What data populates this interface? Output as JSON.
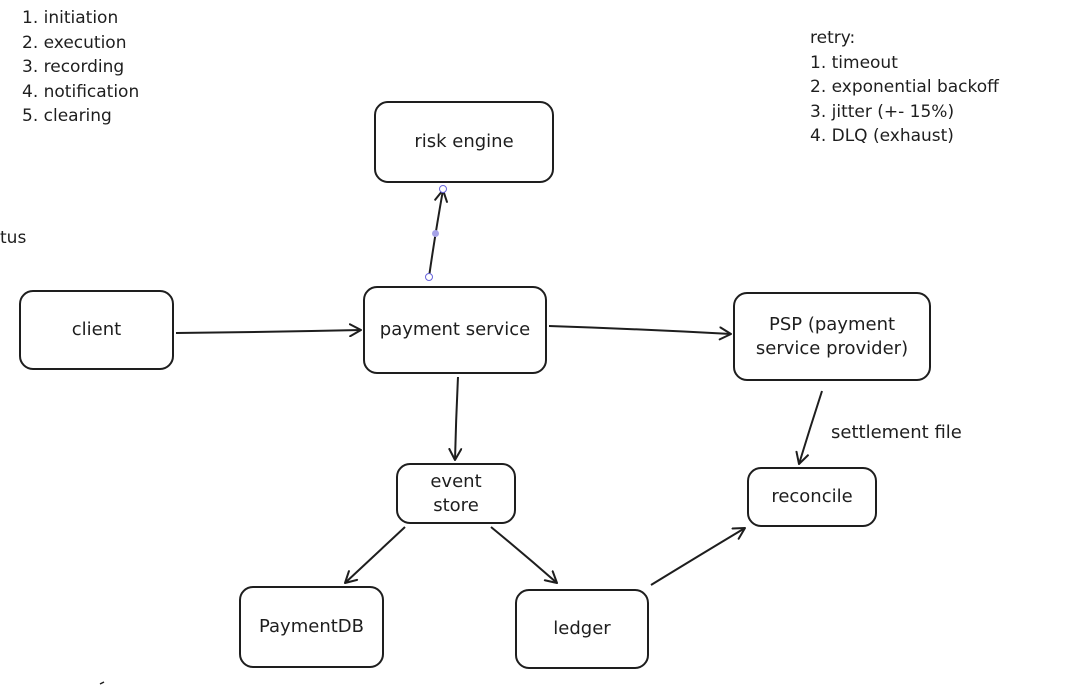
{
  "canvas": {
    "background": "#ffffff",
    "stroke_color": "#1e1e1e",
    "selection_color": "#6965db"
  },
  "notes": {
    "steps": [
      "1. initiation",
      "2. execution",
      "3. recording",
      "4. notification",
      "5. clearing"
    ],
    "retry": [
      "retry:",
      "1. timeout",
      "2. exponential backoff",
      "3. jitter (+- 15%)",
      "4. DLQ (exhaust)"
    ],
    "partial": "tus"
  },
  "nodes": {
    "risk_engine": "risk engine",
    "client": "client",
    "payment_service": "payment service",
    "psp": "PSP (payment\nservice provider)",
    "event_store": "event\nstore",
    "reconcile": "reconcile",
    "payment_db": "PaymentDB",
    "ledger": "ledger"
  },
  "edge_labels": {
    "settlement_file": "settlement file"
  }
}
